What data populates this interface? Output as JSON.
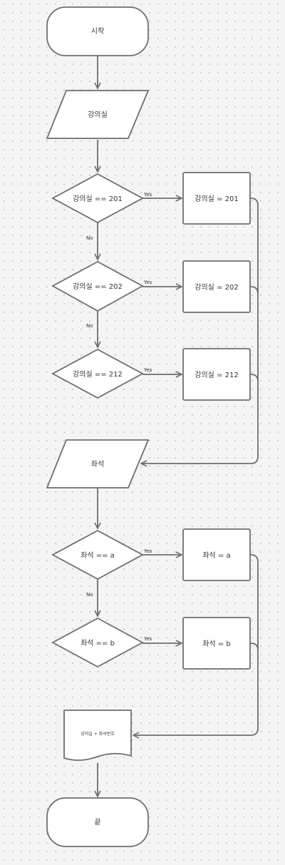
{
  "nodes": {
    "start": "시작",
    "input_room": "강의실",
    "check_201": "강의실 == 201",
    "check_202": "강의실 == 202",
    "check_212": "강의실 == 212",
    "set_201": "강의실 = 201",
    "set_202": "강의실 = 202",
    "set_212": "강의실 = 212",
    "input_seat": "좌석",
    "check_a": "좌석 == a",
    "check_b": "좌석 == b",
    "set_a": "좌석 = a",
    "set_b": "좌석 = b",
    "output_doc": "강의실 + 좌석번호",
    "end": "끝"
  },
  "edges": {
    "yes": "Yes",
    "no": "No"
  }
}
